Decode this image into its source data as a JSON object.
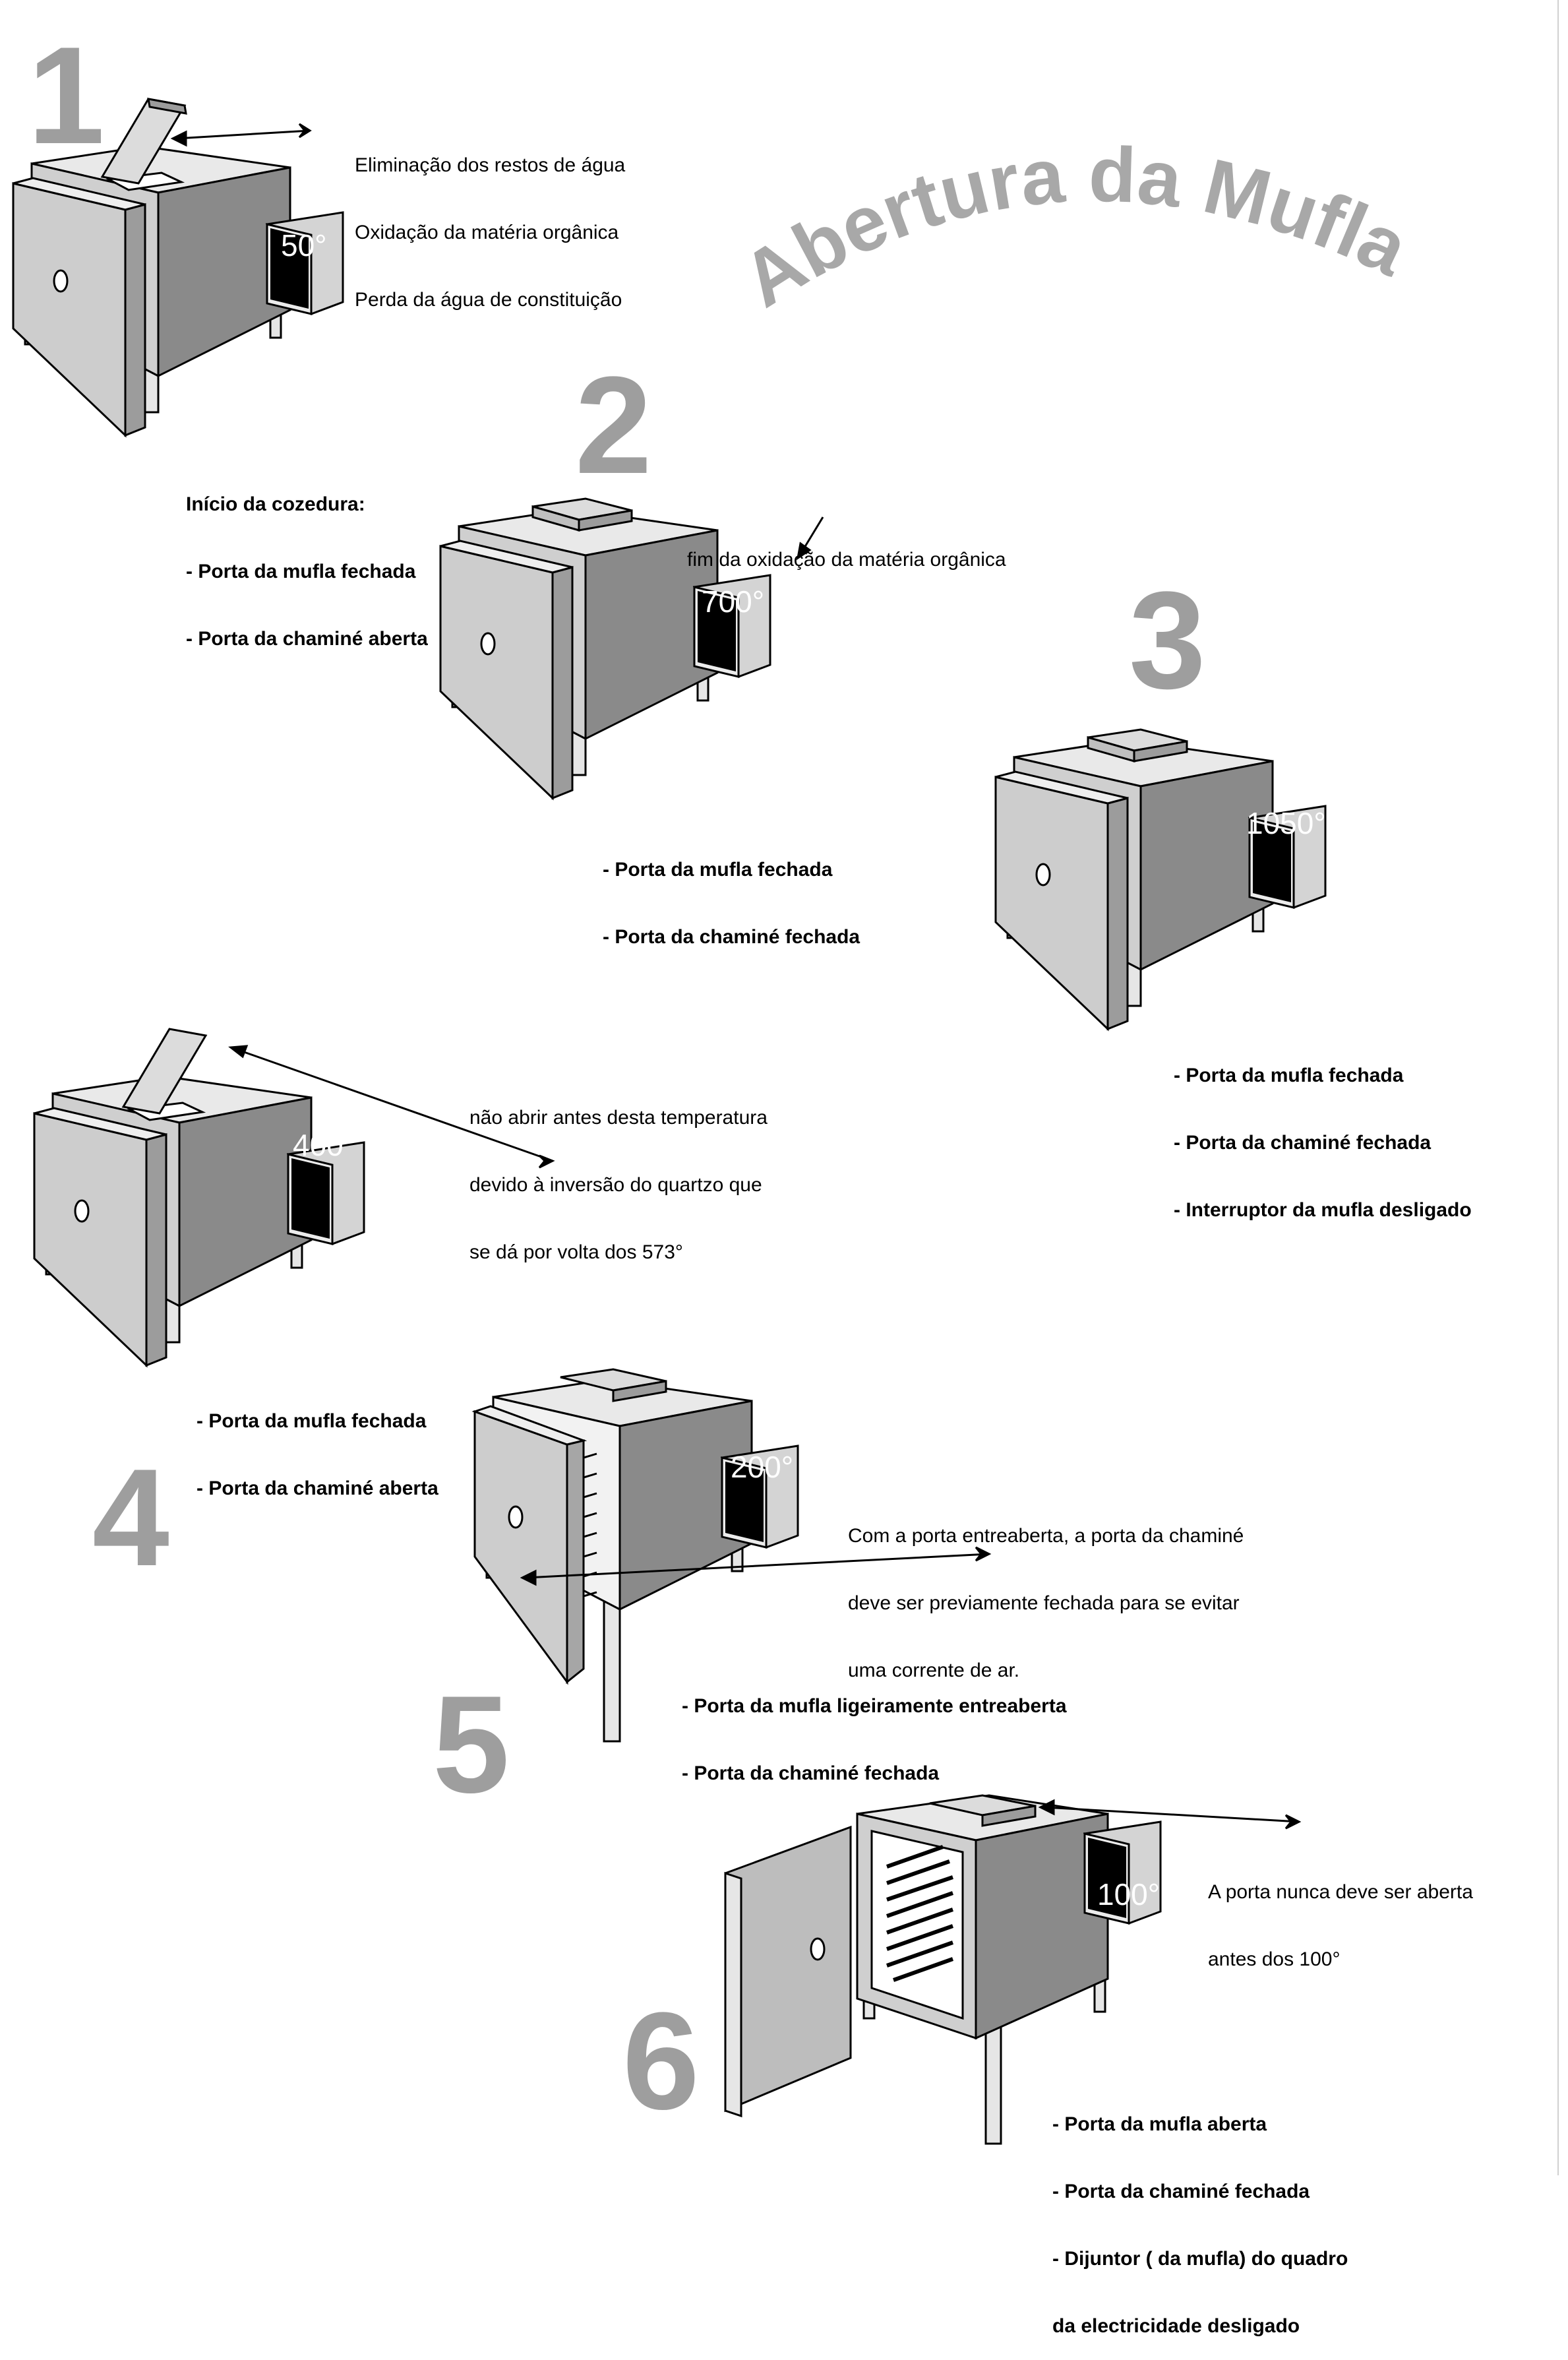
{
  "title": "Abertura da Mufla",
  "steps": [
    {
      "number": "1",
      "display": "50°",
      "note_lines": [
        "Eliminação dos restos de água",
        "Oxidação da matéria orgânica",
        "Perda da água de constituição"
      ],
      "status_lines": [
        "Início da cozedura:",
        "- Porta da mufla fechada",
        "- Porta da chaminé aberta"
      ]
    },
    {
      "number": "2",
      "display": "700°",
      "note_lines": [
        "fim da oxidação da matéria orgânica"
      ],
      "status_lines": [
        "- Porta da mufla fechada",
        "- Porta da chaminé fechada"
      ]
    },
    {
      "number": "3",
      "display": "1050°",
      "note_lines": [],
      "status_lines": [
        "- Porta da mufla fechada",
        "- Porta da chaminé fechada",
        "- Interruptor da mufla desligado"
      ]
    },
    {
      "number": "4",
      "display": "400°",
      "note_lines": [
        "não abrir antes desta temperatura",
        "devido à inversão do quartzo que",
        "se dá por volta dos 573°"
      ],
      "status_lines": [
        "- Porta da mufla fechada",
        "- Porta da chaminé aberta"
      ]
    },
    {
      "number": "5",
      "display": "200°",
      "note_lines": [
        "Com a porta entreaberta, a porta da chaminé",
        "deve ser previamente fechada para se evitar",
        "uma corrente de ar."
      ],
      "status_lines": [
        "- Porta da mufla ligeiramente entreaberta",
        "- Porta da chaminé fechada"
      ]
    },
    {
      "number": "6",
      "display": "100°",
      "note_lines": [
        "A porta nunca deve ser aberta",
        "antes dos 100°"
      ],
      "status_lines": [
        "- Porta da mufla aberta",
        "- Porta da chaminé fechada",
        "- Dijuntor ( da mufla) do quadro",
        "da electricidade desligado"
      ]
    }
  ]
}
